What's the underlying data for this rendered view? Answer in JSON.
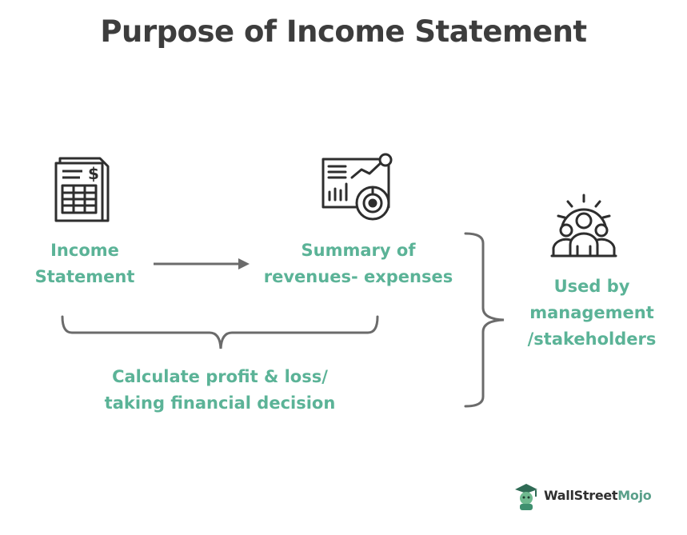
{
  "title": "Purpose of Income Statement",
  "colors": {
    "accent": "#5bb397",
    "text_dark": "#3d3d3d",
    "line": "#6b6b6b"
  },
  "nodes": {
    "income_statement": {
      "icon": "spreadsheet-dollar-icon",
      "lines": [
        "Income",
        "Statement"
      ]
    },
    "summary": {
      "icon": "analytics-dashboard-icon",
      "lines": [
        "Summary of",
        "revenues- expenses"
      ]
    },
    "used_by": {
      "icon": "team-gear-icon",
      "lines": [
        "Used by",
        "management",
        "/stakeholders"
      ]
    },
    "calculate": {
      "lines": [
        "Calculate profit & loss/",
        "taking financial decision"
      ]
    }
  },
  "logo": {
    "part1": "Wall",
    "part2": "Street",
    "part3": "Mojo"
  }
}
